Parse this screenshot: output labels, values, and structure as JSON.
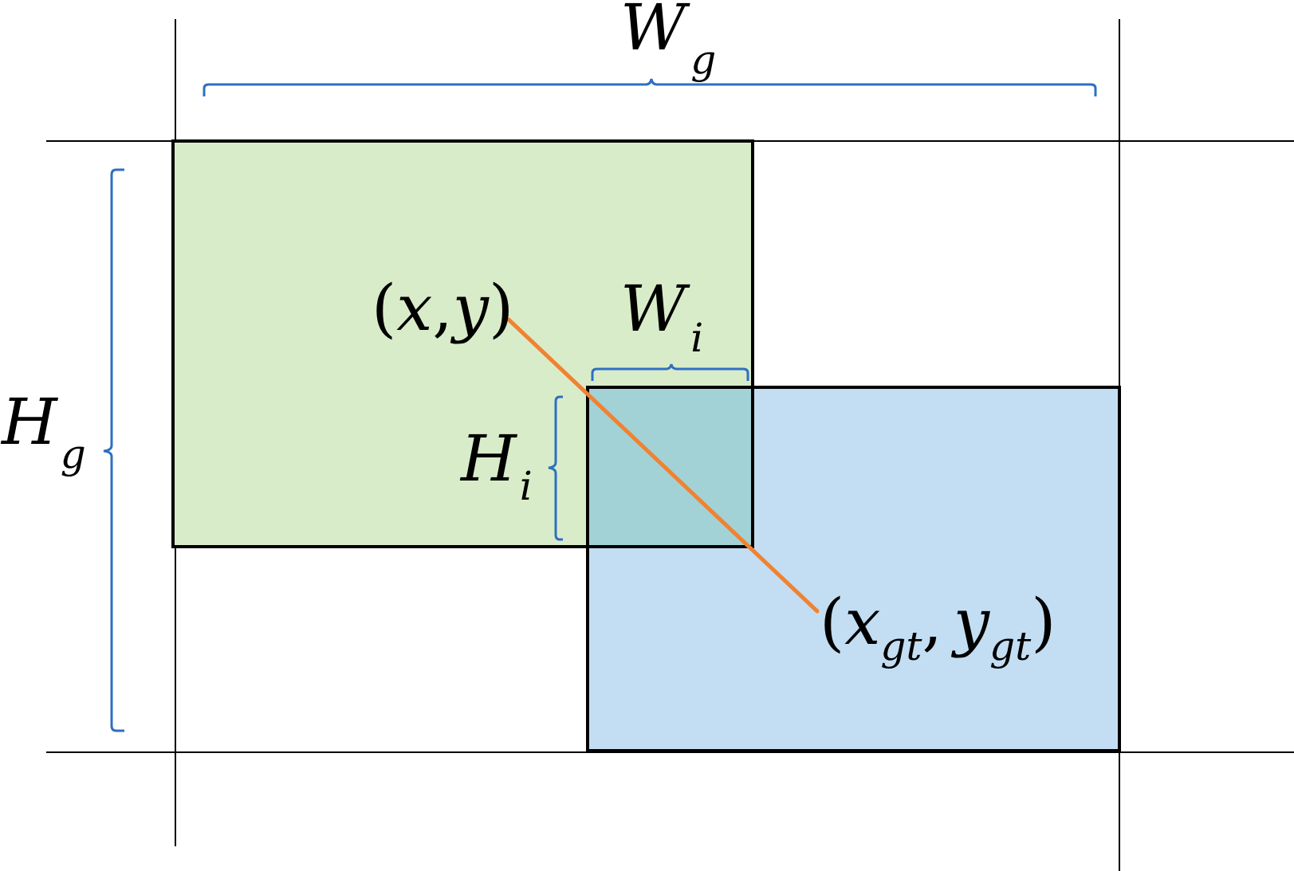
{
  "labels": {
    "wg": {
      "main": "W",
      "sub": "g"
    },
    "hg": {
      "main": "H",
      "sub": "g"
    },
    "wi": {
      "main": "W",
      "sub": "i"
    },
    "hi": {
      "main": "H",
      "sub": "i"
    },
    "pred_center": {
      "open": "(",
      "x": "x",
      "comma": ",",
      "y": "y",
      "close": ")"
    },
    "gt_center": {
      "open": "(",
      "x": "x",
      "x_sub": "gt",
      "comma": ",",
      "y": "y",
      "y_sub": "gt",
      "close": ")"
    }
  },
  "colors": {
    "pred_box_fill": "#d9ecc9",
    "gt_box_fill": "#c3def2",
    "intersection_fill": "#a3d2d6",
    "box_stroke": "#000000",
    "grid_line": "#000000",
    "brace": "#2e6fc2",
    "distance_line": "#f08232"
  }
}
